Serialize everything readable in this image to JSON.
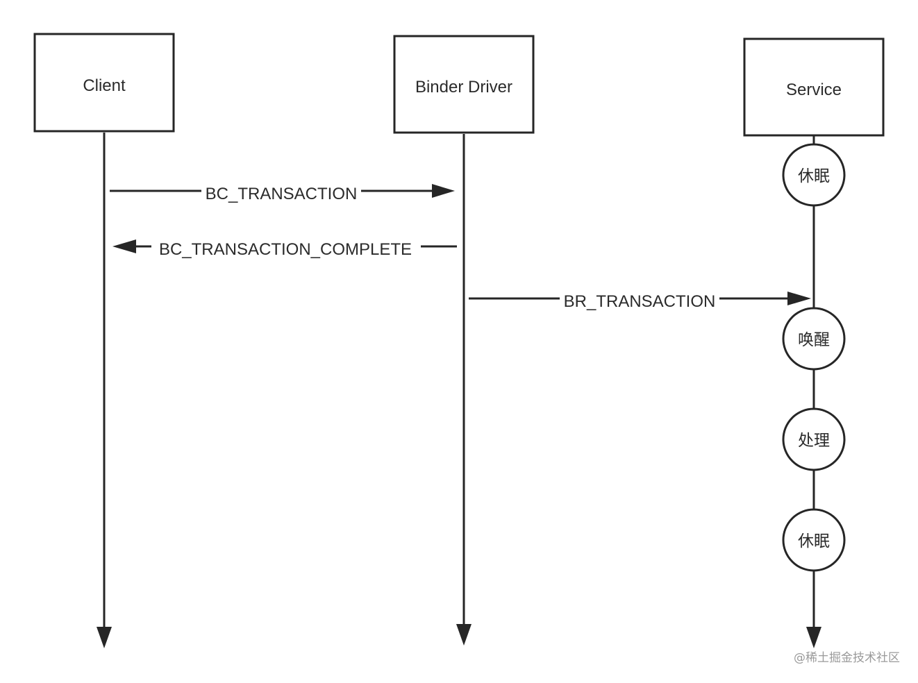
{
  "participants": {
    "client": "Client",
    "binder_driver": "Binder Driver",
    "service": "Service"
  },
  "messages": {
    "bc_transaction": "BC_TRANSACTION",
    "bc_transaction_complete": "BC_TRANSACTION_COMPLETE",
    "br_transaction": "BR_TRANSACTION"
  },
  "service_states": [
    "休眠",
    "唤醒",
    "处理",
    "休眠"
  ],
  "watermark": "@稀土掘金技术社区",
  "colors": {
    "stroke": "#262626",
    "text": "#2b2b2b",
    "background": "#ffffff",
    "watermark": "#9a9a9a"
  }
}
